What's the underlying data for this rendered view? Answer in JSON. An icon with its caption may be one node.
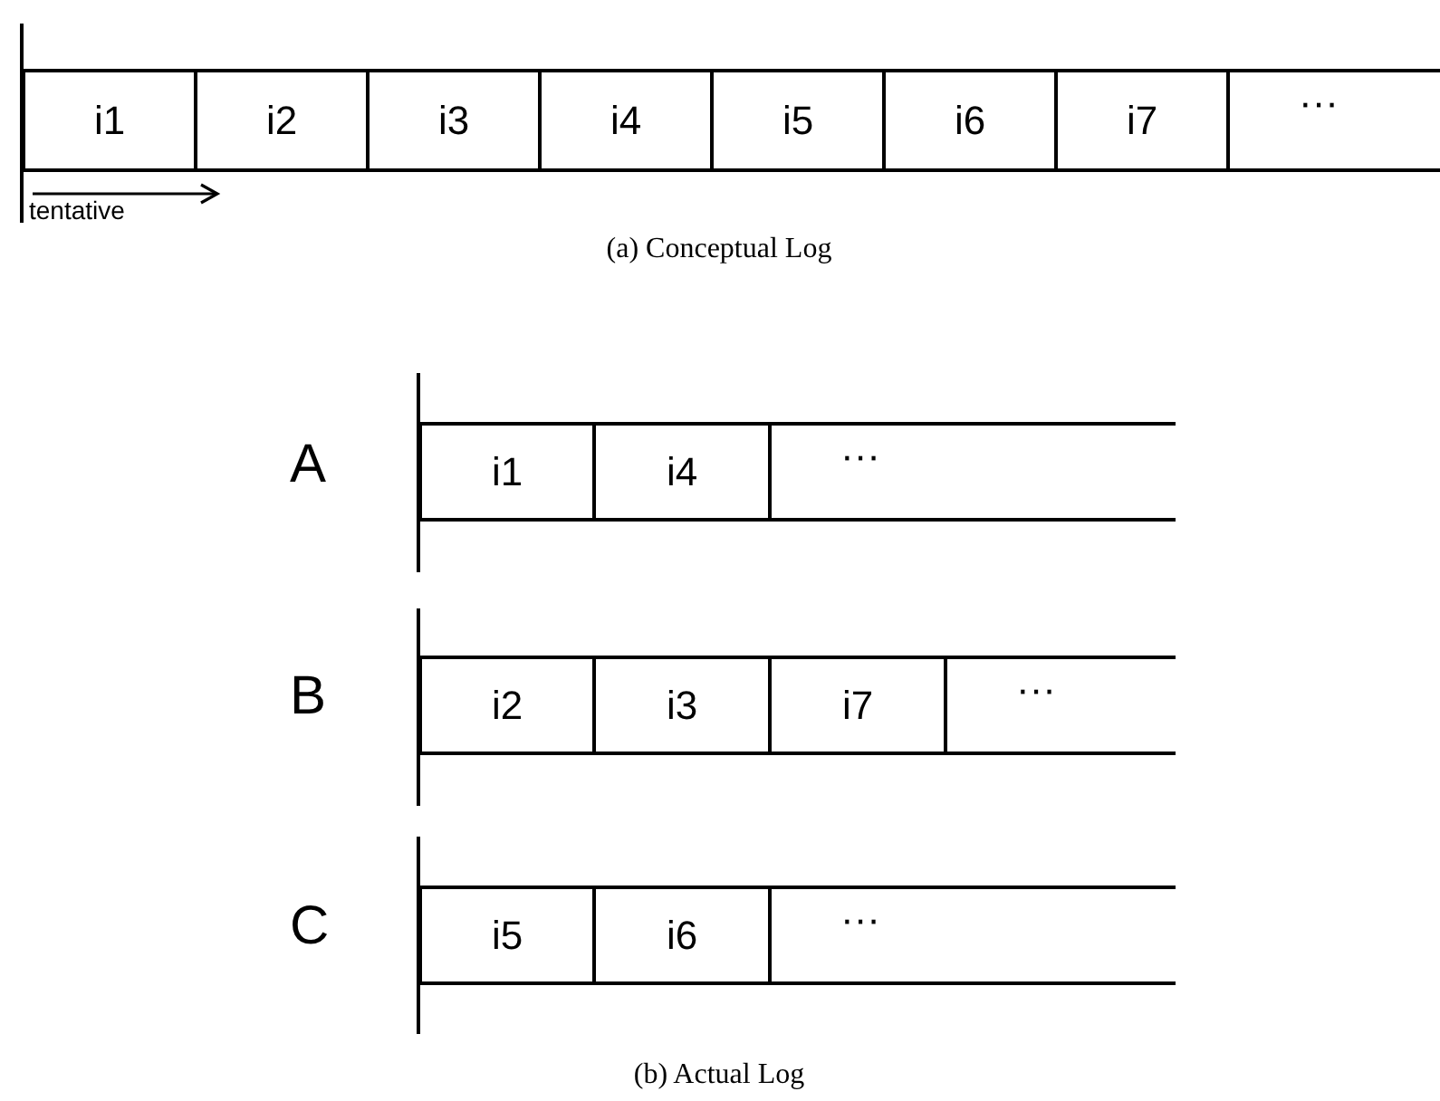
{
  "diagram": {
    "nodes": [
      {
        "text": [
          "i1"
        ]
      },
      {
        "text": [
          "i2"
        ]
      },
      {
        "text": [
          "i3"
        ]
      },
      {
        "text": [
          "i4"
        ]
      },
      {
        "text": [
          "i5"
        ]
      },
      {
        "text": [
          "i6"
        ]
      },
      {
        "text": [
          "i7"
        ]
      },
      {
        "text": [
          "···"
        ]
      },
      {
        "text": [
          "i1"
        ]
      },
      {
        "text": [
          "i4"
        ]
      },
      {
        "text": [
          "···"
        ]
      },
      {
        "text": [
          "i2"
        ]
      },
      {
        "text": [
          "i3"
        ]
      },
      {
        "text": [
          "i7"
        ]
      },
      {
        "text": [
          "···"
        ]
      },
      {
        "text": [
          "i5"
        ]
      },
      {
        "text": [
          "i6"
        ]
      },
      {
        "text": [
          "···"
        ]
      }
    ],
    "labels": [
      "tentative",
      "(a) Conceptual Log",
      "A",
      "B",
      "C",
      "(b) Actual Log"
    ]
  }
}
